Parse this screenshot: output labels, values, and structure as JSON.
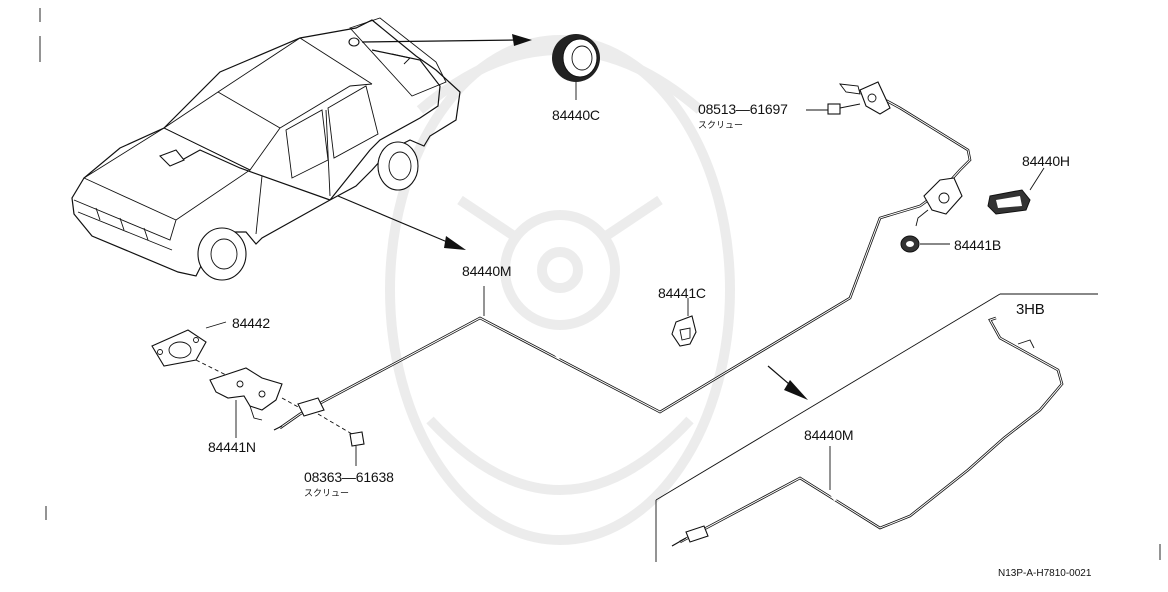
{
  "parts": {
    "p84440c": "84440C",
    "p08513": "08513—61697",
    "p08513_sub": "スクリュー",
    "p84440h": "84440H",
    "p84441b": "84441B",
    "p84440m_main": "84440M",
    "p84441c": "84441C",
    "p84442": "84442",
    "p84441n": "84441N",
    "p08363": "08363—61638",
    "p08363_sub": "スクリュー",
    "p84440m_3hb": "84440M"
  },
  "variant_label": "3HB",
  "reference_code": "N13P-A-H7810-0021"
}
